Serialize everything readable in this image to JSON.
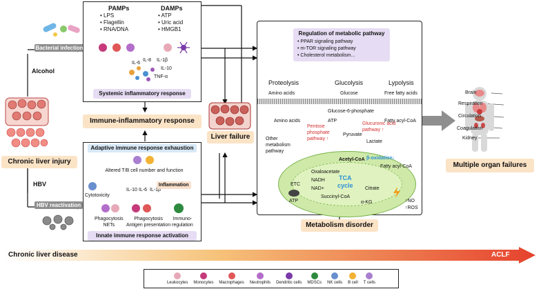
{
  "left": {
    "bacterial_infection": "Bacterial infection",
    "alcohol": "Alcohol",
    "chronic_liver_injury": "Chronic liver injury",
    "hbv": "HBV",
    "hbv_reactivation": "HBV reactivation"
  },
  "top_panel": {
    "pamps_title": "PAMPs",
    "pamps": [
      "LPS",
      "Flagellin",
      "RNA/DNA"
    ],
    "damps_title": "DAMPs",
    "damps": [
      "ATP",
      "Uric acid",
      "HMGB1"
    ],
    "cytokines": [
      "IL-6",
      "IL-8",
      "IL-1β",
      "IL-10",
      "TNF-α"
    ],
    "footer": "Systemic inflammatory response"
  },
  "middle": {
    "immune_response": "Immune-inflammatory response",
    "liver_failure": "Liver failure"
  },
  "bottom_panel": {
    "header": "Adaptive immune response exhaustion",
    "altered": "Altered T/B cell number and function",
    "cytotoxicity": "Cytotoxicity",
    "inflammation": "Inflammation",
    "il_labels": [
      "IL-10",
      "IL-6",
      "IL-1β"
    ],
    "phago_nets": "Phagocytosis\nNETs",
    "phago_antigen": "Phagocytosis\nAntigen presentation",
    "immunoreg": "Immuno-\nregulation",
    "footer": "Innate immune response activation"
  },
  "metabolism": {
    "regulation_title": "Regulation of metabolic pathway",
    "regulation_items": [
      "PPAR signaling pathway",
      "m-TOR signaling pathway",
      "Cholesterol metabolism..."
    ],
    "proteolysis": "Proteolysis",
    "glucolysis": "Glucolysis",
    "lypolysis": "Lypolysis",
    "amino_acids_top": "Amino acids",
    "glucose": "Glucose",
    "free_fatty_acids": "Free fatty acids",
    "glucose6p": "Glucose-6-phosphate",
    "amino_acids": "Amino acids",
    "atp_small": "ATP",
    "pyruvate": "Pyruvate",
    "lactate": "Lactate",
    "pentose": "Pentose\nphosphate\npathway ↑",
    "glucuronic": "Glucuronic acid\npathway ↑",
    "fatty_acyl_coa": "Fatty acyl-CoA",
    "other_pathway": "Other\nmetabolism\npathway",
    "acetyl_coa": "Acetyl-CoA",
    "beta_ox": "β-oxidation↓",
    "fatty_acyl_coa2": "Fatty acyl-CoA",
    "oxaloacetate": "Oxaloacetate",
    "nadh": "NADH",
    "nad": "NAD+",
    "etc": "ETC",
    "atp": "ATP",
    "tca": "TCA\ncycle",
    "citrate": "Citrate",
    "succinyl": "Succinyl-CoA",
    "akg": "α-KG",
    "no": "↑NO",
    "ros": "↑ROS",
    "footer": "Metabolism disorder"
  },
  "right": {
    "brain": "Brain",
    "respiration": "Respiration",
    "circulation": "Circulation",
    "coagulation": "Coagulation",
    "kidney": "Kidney",
    "multiple_organ": "Multiple organ failures"
  },
  "bar": {
    "left": "Chronic liver disease",
    "right": "ACLF"
  },
  "legend": [
    {
      "label": "Leukocytes",
      "color": "#e7a9b8"
    },
    {
      "label": "Monocytes",
      "color": "#c53a7a"
    },
    {
      "label": "Macrophages",
      "color": "#e05757"
    },
    {
      "label": "Neutrophils",
      "color": "#b36ec9"
    },
    {
      "label": "Dendritic cells",
      "color": "#7a3aa8"
    },
    {
      "label": "MDSCs",
      "color": "#2e8a3e"
    },
    {
      "label": "NK cells",
      "color": "#6a8fcf"
    },
    {
      "label": "B cell",
      "color": "#f2b233"
    },
    {
      "label": "T cells",
      "color": "#a97fd0"
    }
  ]
}
